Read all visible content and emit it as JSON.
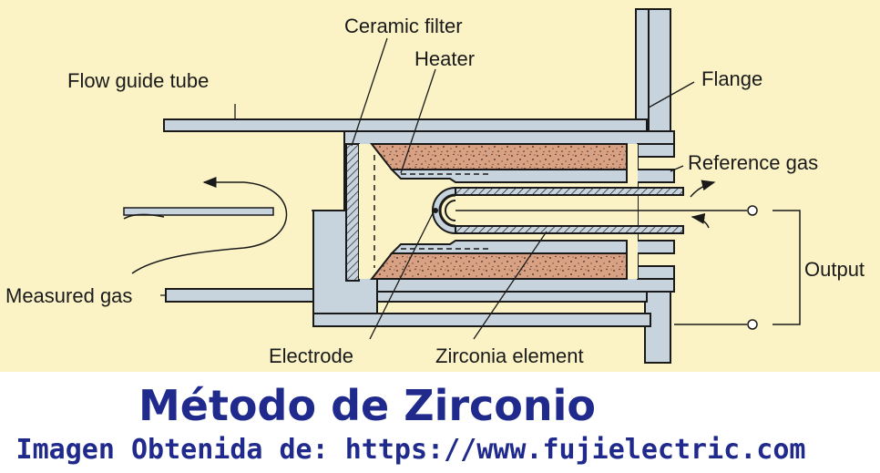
{
  "diagram": {
    "labels": {
      "ceramic_filter": "Ceramic filter",
      "heater": "Heater",
      "flow_guide_tube": "Flow guide tube",
      "flange": "Flange",
      "reference_gas": "Reference gas",
      "output": "Output",
      "measured_gas": "Measured gas",
      "electrode": "Electrode",
      "zirconia_element": "Zirconia element"
    },
    "colors": {
      "background": "#fbf3c6",
      "metal": "#c7d3dd",
      "outline": "#1a1a1a",
      "ceramic": "#d9a184"
    }
  },
  "caption": {
    "title": "Método de Zirconio",
    "subtitle": "Imagen Obtenida de: https://www.fujielectric.com",
    "color": "#1f2a8c"
  }
}
